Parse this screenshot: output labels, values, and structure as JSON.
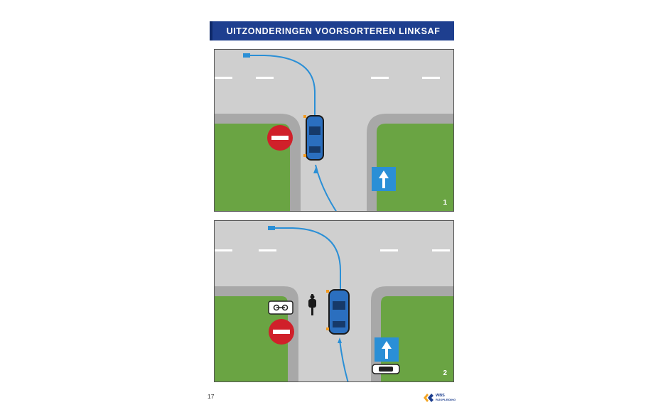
{
  "header": {
    "title": "UITZONDERINGEN VOORSORTEREN LINKSAF"
  },
  "panels": [
    {
      "number": "1"
    },
    {
      "number": "2"
    }
  ],
  "footer": {
    "page_number": "17",
    "logo_text_1": "WBS",
    "logo_text_2": "RIJOPLEIDING"
  },
  "colors": {
    "title_bar": "#1e3f8f",
    "road": "#cfcfcf",
    "grass": "#6aa443",
    "curb": "#a8a8a8",
    "path": "#2a8fd6",
    "car": "#2b6fbf",
    "sign_red": "#d0202a",
    "sign_blue": "#2a8fd6"
  },
  "icons": [
    "no-entry-sign-icon",
    "one-way-sign-icon",
    "car-icon",
    "cyclist-icon",
    "bicycle-subsign-icon",
    "car-subsign-icon",
    "route-arrow-icon"
  ]
}
